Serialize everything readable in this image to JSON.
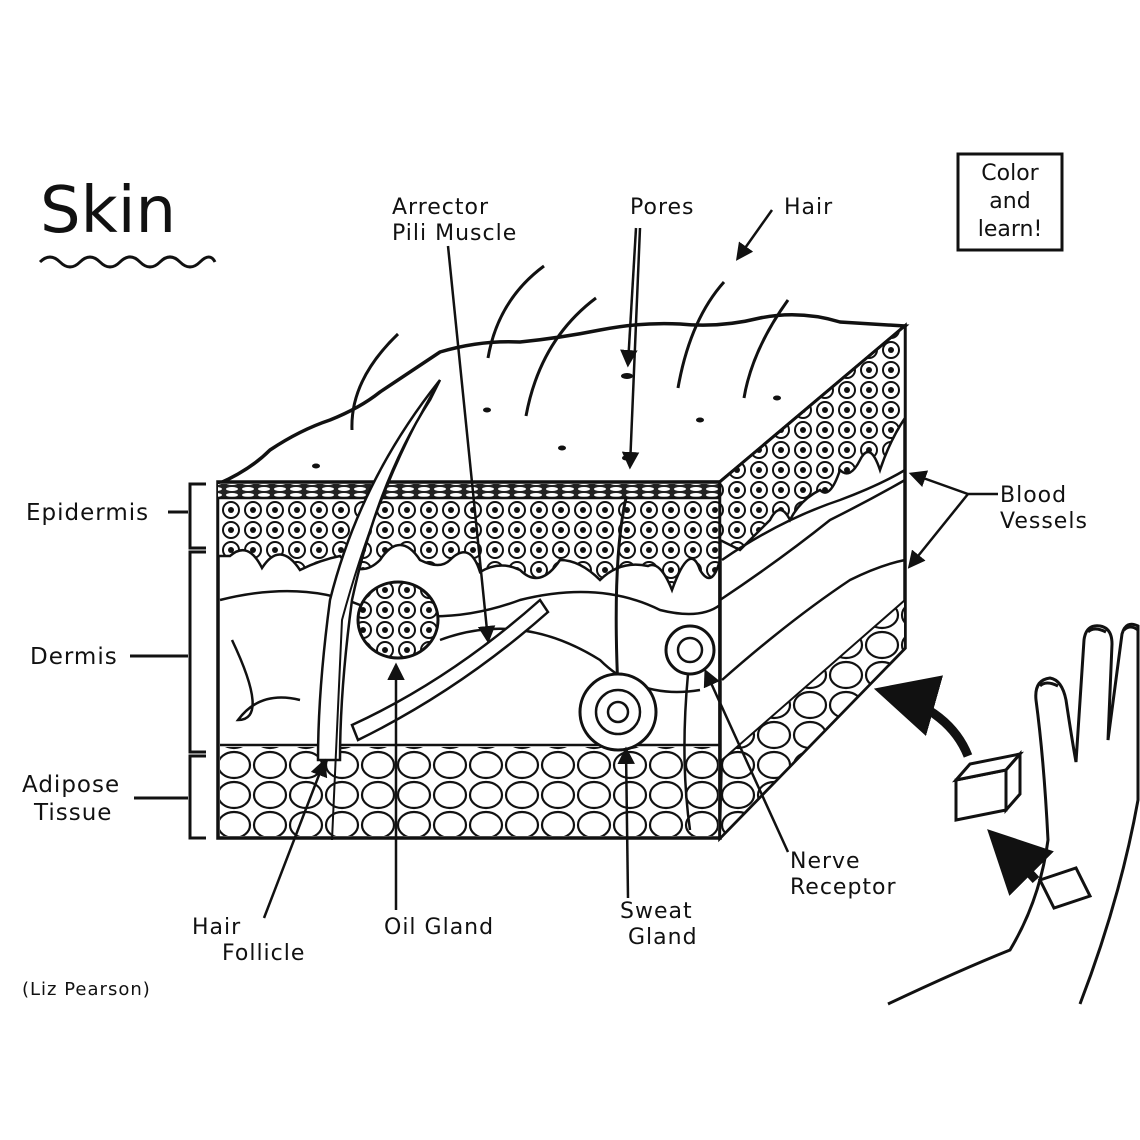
{
  "title": "Skin",
  "credit": "(Liz Pearson)",
  "callout": [
    "Color",
    "and",
    "learn!"
  ],
  "labels": {
    "epidermis": "Epidermis",
    "dermis": "Dermis",
    "adipose_line1": "Adipose",
    "adipose_line2": "Tissue",
    "arrector_line1": "Arrector",
    "arrector_line2": "Pili Muscle",
    "pores": "Pores",
    "hair": "Hair",
    "blood_line1": "Blood",
    "blood_line2": "Vessels",
    "hair_follicle_line1": "Hair",
    "hair_follicle_line2": "Follicle",
    "oil_gland": "Oil Gland",
    "sweat_line1": "Sweat",
    "sweat_line2": "Gland",
    "nerve_line1": "Nerve",
    "nerve_line2": "Receptor"
  }
}
